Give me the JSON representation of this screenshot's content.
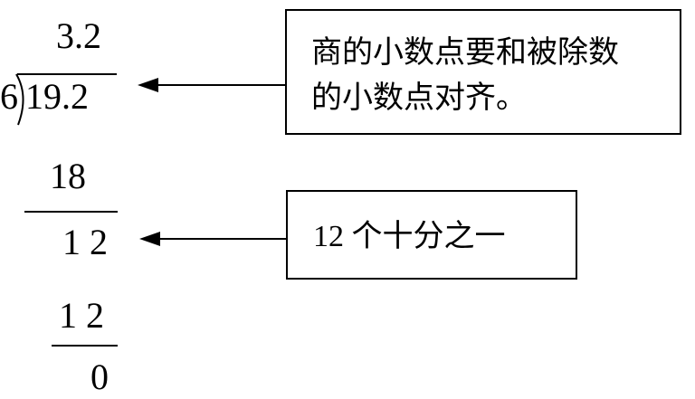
{
  "division": {
    "quotient": "3.2",
    "divisor": "6",
    "dividend": "19.2",
    "step1_product": "18",
    "step1_remainder": "1 2",
    "step2_product": "1 2",
    "final_remainder": "0"
  },
  "callouts": {
    "top": {
      "line1": "商的小数点要和被除数",
      "line2": "的小数点对齐。"
    },
    "bottom": {
      "text": "12 个十分之一"
    }
  }
}
